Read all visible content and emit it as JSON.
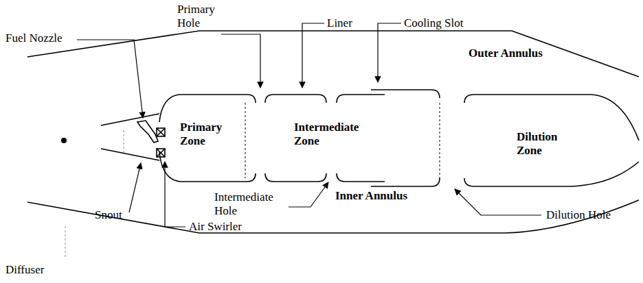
{
  "diagram": {
    "labels": [
      "Primary Hole",
      "Liner",
      "Cooling Slot",
      "Fuel Nozzle",
      "Outer Annulus",
      "Primary Zone",
      "Intermediate Zone",
      "Dilution Zone",
      "Intermediate Hole",
      "Inner Annulus",
      "Snout",
      "Air Swirler",
      "Dilution Hole",
      "Diffuser"
    ]
  }
}
